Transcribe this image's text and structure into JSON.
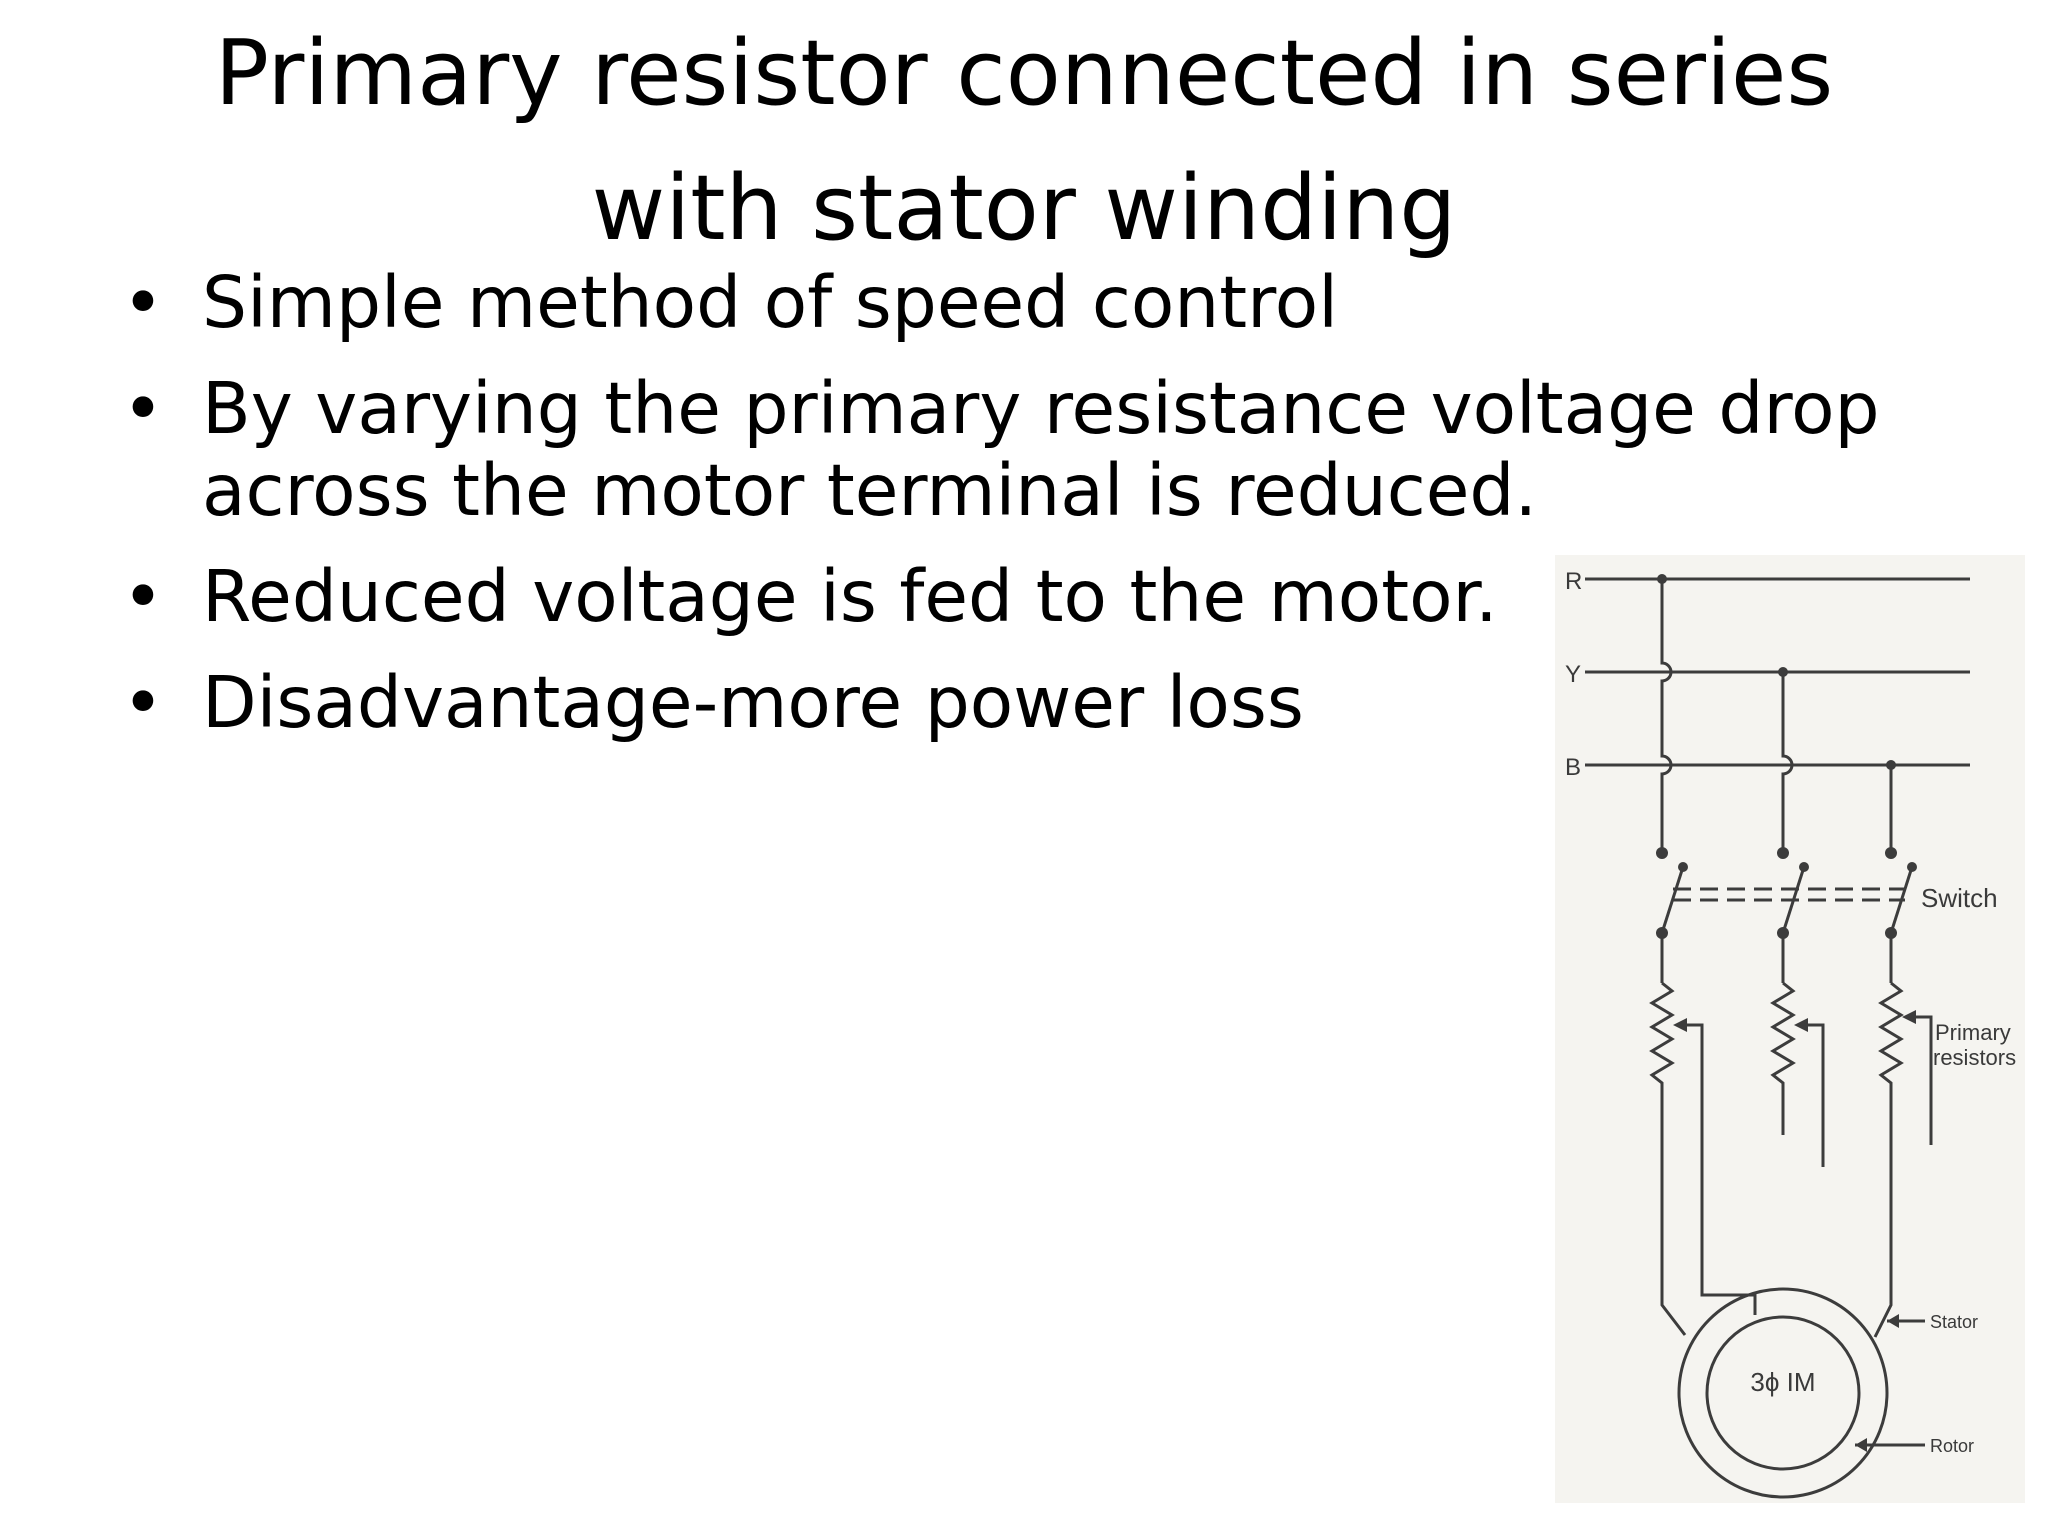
{
  "slide": {
    "title_line1": "Primary resistor connected in series",
    "title_line2": "with stator winding",
    "bullets": [
      "Simple method of speed control",
      "By varying the primary resistance voltage drop across the motor terminal is reduced.",
      "Reduced voltage is fed to the motor.",
      "Disadvantage-more power loss"
    ]
  },
  "diagram": {
    "phase_r": "R",
    "phase_y": "Y",
    "phase_b": "B",
    "switch_label": "Switch",
    "resistor_label_line1": "Primary",
    "resistor_label_line2": "resistors",
    "motor_label": "3ϕ IM",
    "stator_label": "Stator",
    "rotor_label": "Rotor"
  }
}
